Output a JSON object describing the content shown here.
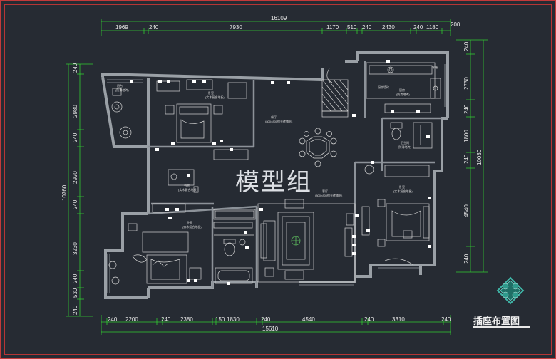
{
  "watermark": "模型组",
  "title": "插座布置图",
  "top_total": "16109",
  "top_dims": [
    "1969",
    "240",
    "7930",
    "1170",
    "510",
    "240",
    "2430",
    "240",
    "1180",
    "200"
  ],
  "bottom_dims": [
    "240",
    "2200",
    "240",
    "2380",
    "150",
    "1830",
    "240",
    "4540",
    "240",
    "3310",
    "240"
  ],
  "bottom_total": "15610",
  "left_total": "10760",
  "left_dims": [
    "240",
    "2980",
    "240",
    "2920",
    "240",
    "3230",
    "240",
    "530",
    "240"
  ],
  "right_total": "10030",
  "right_dims": [
    "240",
    "2730",
    "240",
    "1800",
    "240",
    "4540",
    "240"
  ],
  "colors": {
    "background": "#262b33",
    "wall": "#9aa0a6",
    "dimension_line": "#33cc33",
    "frame": "#c23a3a"
  },
  "icons": [
    "compass-rose-icon"
  ]
}
